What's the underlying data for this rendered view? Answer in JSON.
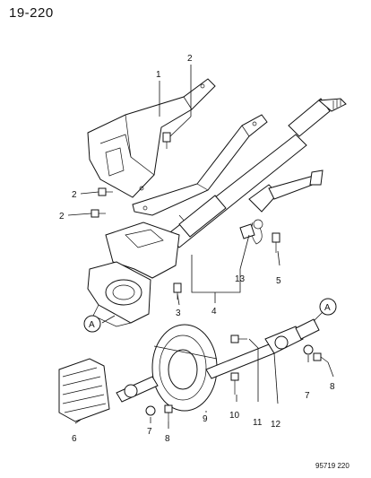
{
  "header": {
    "page_number": "19-220"
  },
  "footer": {
    "figure_code": "95719 220"
  },
  "callouts": {
    "c1": "1",
    "c2a": "2",
    "c2b": "2",
    "c2c": "2",
    "c3": "3",
    "c4": "4",
    "c5": "5",
    "c6": "6",
    "c7a": "7",
    "c7b": "7",
    "c8a": "8",
    "c8b": "8",
    "c9": "9",
    "c10": "10",
    "c11": "11",
    "c12": "12",
    "c13": "13"
  },
  "connectors": {
    "a_left": "A",
    "a_right": "A"
  }
}
